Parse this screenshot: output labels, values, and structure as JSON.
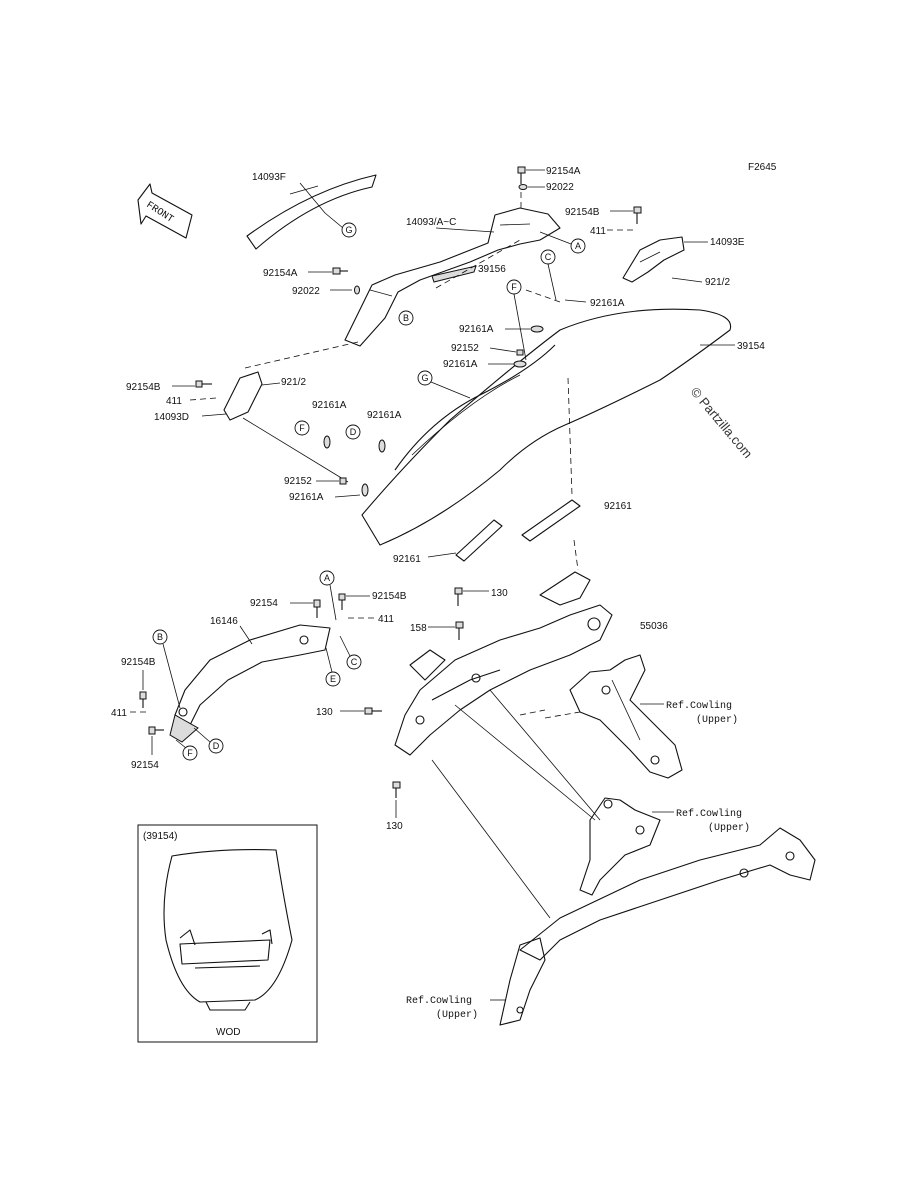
{
  "diagram_code": "F2645",
  "front_label": "FRONT",
  "watermark": "© Partzilla.com",
  "inset_title": "(39154)",
  "inset_caption": "WOD",
  "parts": {
    "p14093F": "14093F",
    "p14093AC": "14093/A~C",
    "p14093E": "14093E",
    "p14093D": "14093D",
    "p92154A_top": "92154A",
    "p92022_top": "92022",
    "p92154B_top": "92154B",
    "p411_top": "411",
    "p92172_right": "921/2",
    "p92161A_right": "92161A",
    "p39154": "39154",
    "p39156": "39156",
    "p92154A_left": "92154A",
    "p92022_left": "92022",
    "p92161A_a": "92161A",
    "p92152_a": "92152",
    "p92161A_b": "92161A",
    "p92154B_left": "92154B",
    "p92172_left": "921/2",
    "p411_left": "411",
    "p92161A_c": "92161A",
    "p92161A_d": "92161A",
    "p92152_b": "92152",
    "p92161A_e": "92161A",
    "p92161_right": "92161",
    "p92161_left": "92161",
    "p130_top": "130",
    "p92154_mid": "92154",
    "p92154B_mid": "92154B",
    "p411_mid": "411",
    "p158": "158",
    "p55036": "55036",
    "p16146": "16146",
    "p92154B_low": "92154B",
    "p411_low": "411",
    "p92154_low": "92154",
    "p130_mid": "130",
    "p130_bottom": "130",
    "ref_cowl_1a": "Ref.Cowling",
    "ref_cowl_1b": "(Upper)",
    "ref_cowl_2a": "Ref.Cowling",
    "ref_cowl_2b": "(Upper)",
    "ref_cowl_3a": "Ref.Cowling",
    "ref_cowl_3b": "(Upper)"
  },
  "callouts": {
    "G_top": "G",
    "A_top": "A",
    "C_top": "C",
    "B_top": "B",
    "F_top": "F",
    "G_mid": "G",
    "F_mid": "F",
    "D_mid": "D",
    "A_low": "A",
    "C_low": "C",
    "E_low": "E",
    "B_low": "B",
    "D_low": "D",
    "F_low": "F"
  }
}
